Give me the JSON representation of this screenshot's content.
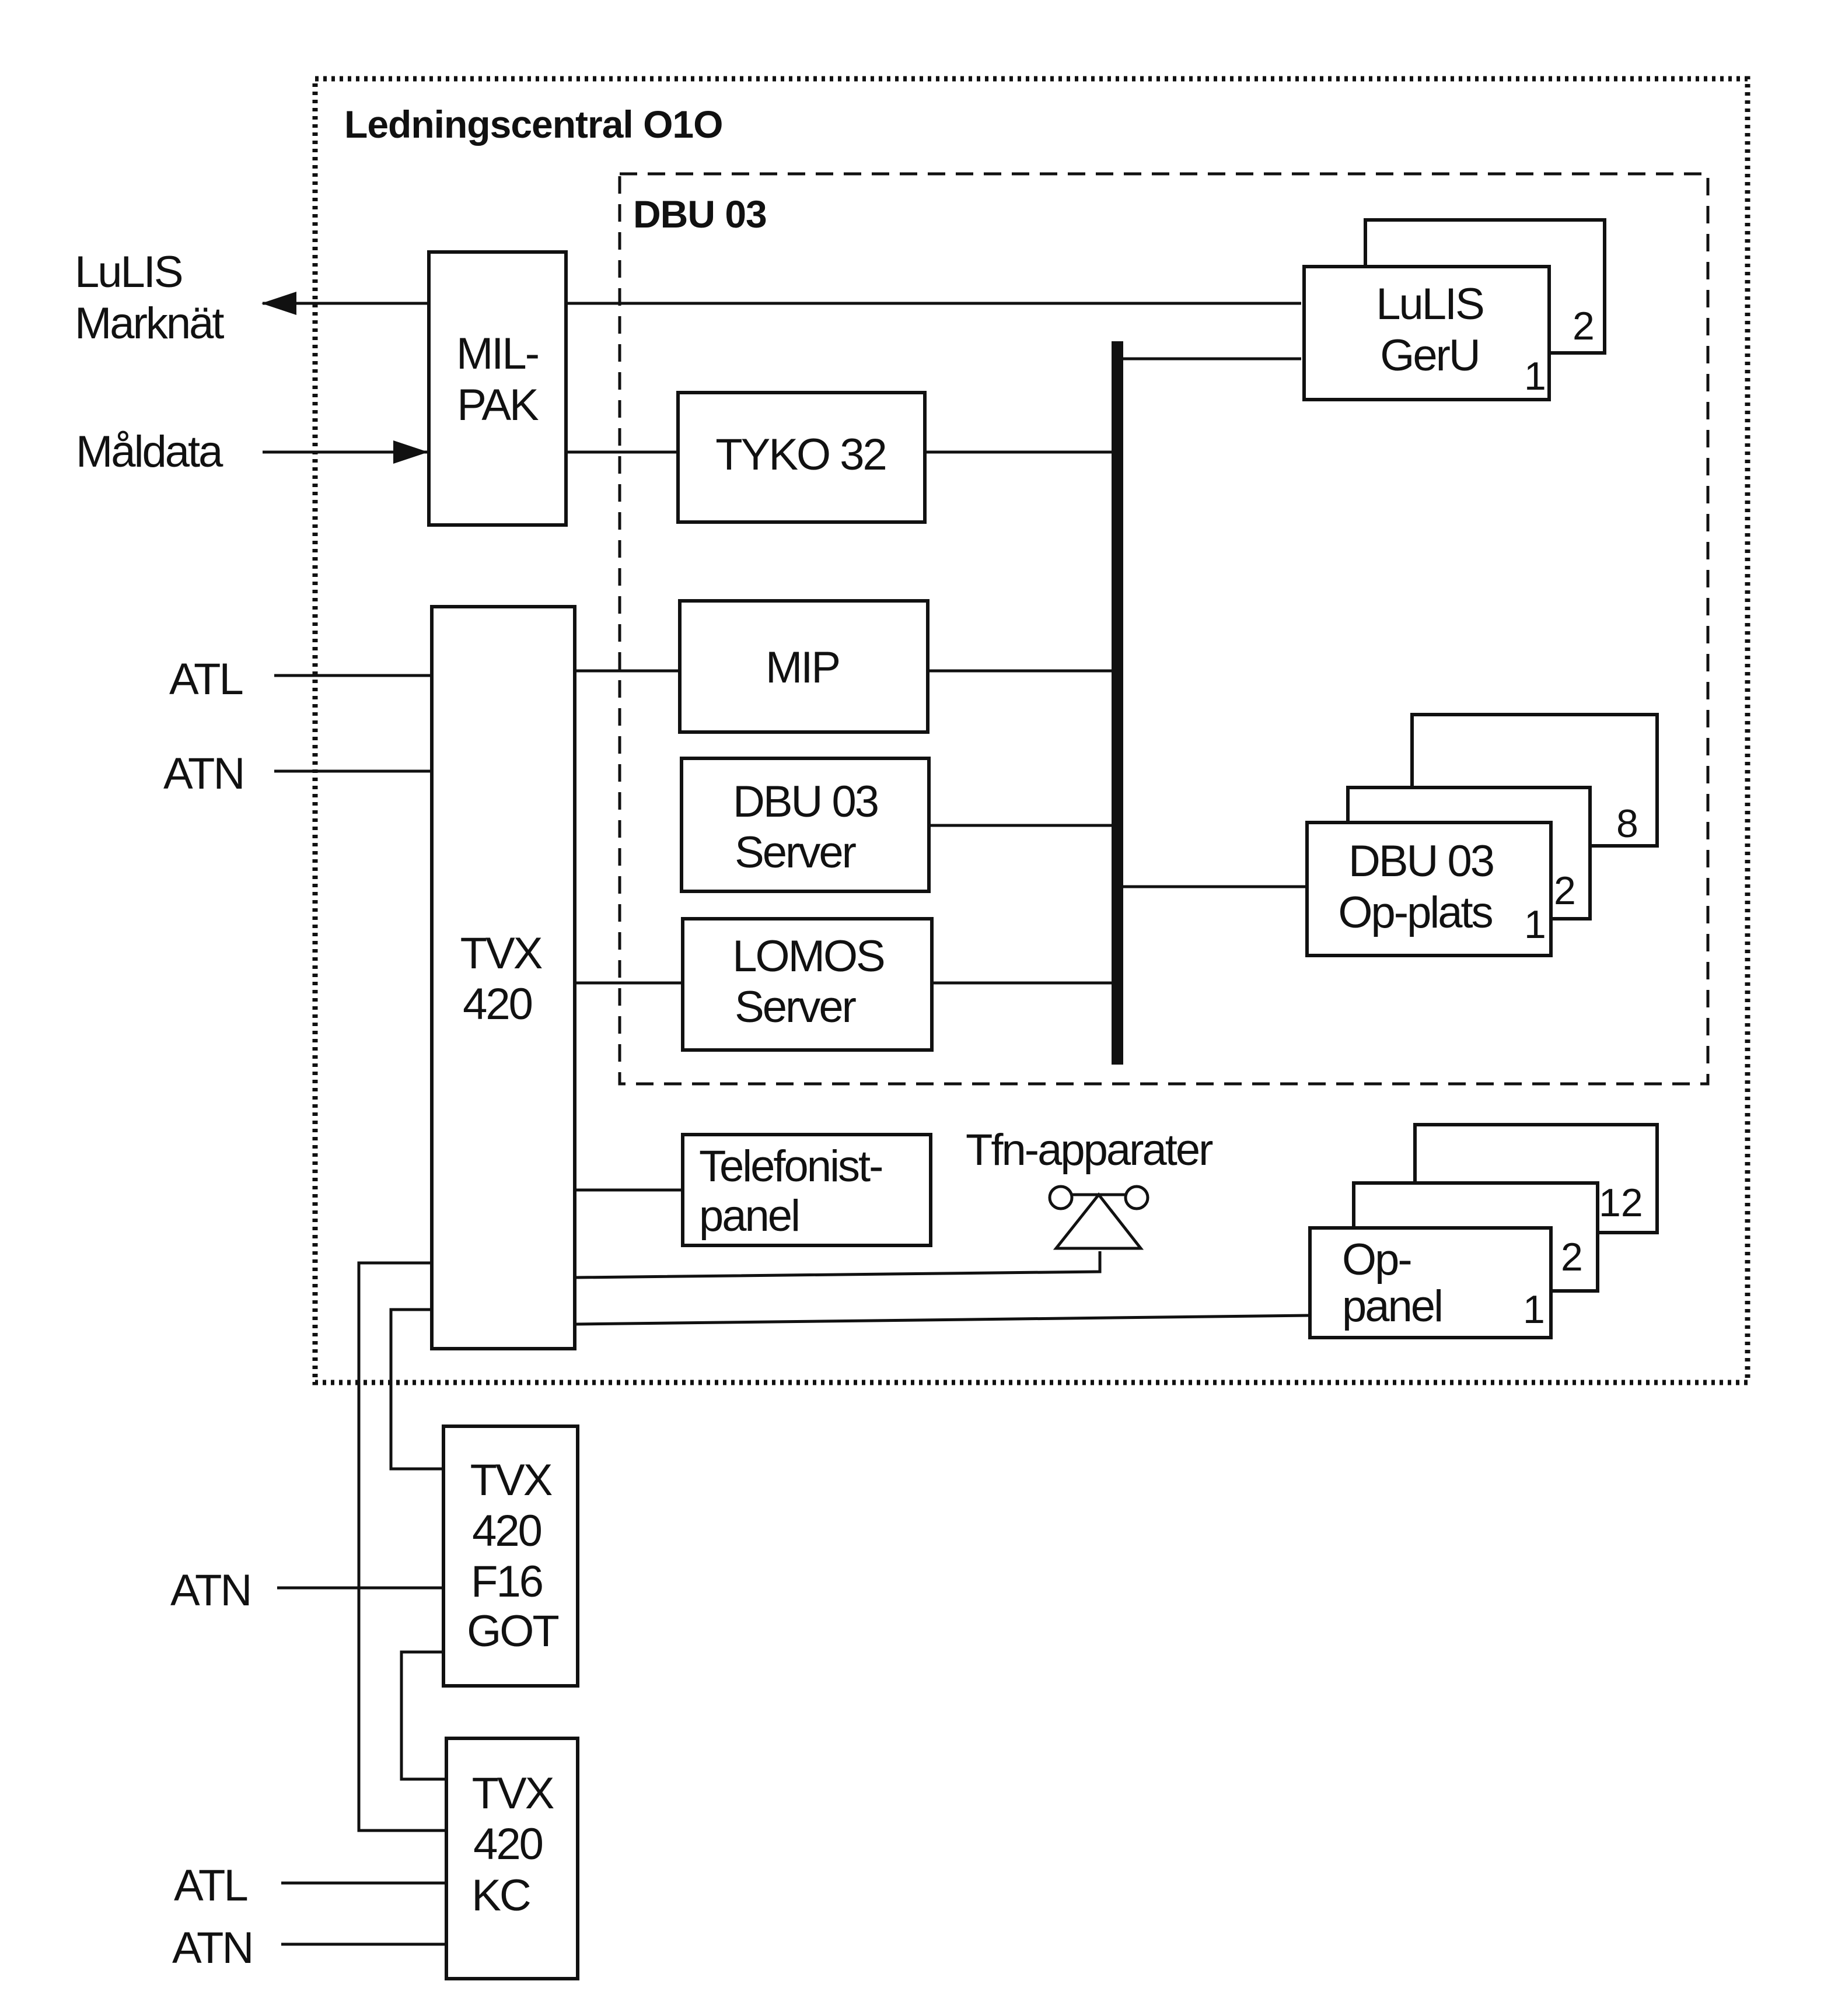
{
  "container": {
    "title": "Ledningscentral O1O",
    "inner_title": "DBU 03"
  },
  "blocks": {
    "milpak": [
      "MIL-",
      "PAK"
    ],
    "tyko": "TYKO 32",
    "mip": "MIP",
    "dbu_server": [
      "DBU 03",
      "Server"
    ],
    "lomos_server": [
      "LOMOS",
      "Server"
    ],
    "lulis_geru": [
      "LuLIS",
      "GerU"
    ],
    "dbu_opplats": [
      "DBU 03",
      "Op-plats"
    ],
    "tvx420": [
      "TVX",
      "420"
    ],
    "telefonist": [
      "Telefonist-",
      "panel"
    ],
    "tfn": "Tfn-apparater",
    "op_panel": [
      "Op-",
      "panel"
    ],
    "tvx_f16": [
      "TVX",
      "420",
      "F16",
      "GOT"
    ],
    "tvx_kc": [
      "TVX",
      "420",
      "KC"
    ]
  },
  "stack_counts": {
    "lulis_geru": [
      "1",
      "2"
    ],
    "dbu_opplats": [
      "1",
      "2",
      "8"
    ],
    "op_panel": [
      "1",
      "2",
      "12"
    ]
  },
  "external": {
    "lulis": [
      "LuLIS",
      "Marknät"
    ],
    "maldata": "Måldata",
    "atl": "ATL",
    "atn": "ATN"
  }
}
